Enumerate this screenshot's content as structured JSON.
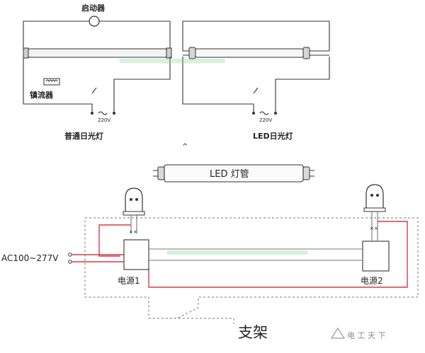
{
  "labels": {
    "starter": "启动器",
    "ballast": "镇流器",
    "voltage_left": "220V",
    "voltage_right": "220V",
    "fluorescent_title": "普通日光灯",
    "led_title": "LED日光灯",
    "led_tube": "LED 灯管",
    "ac_input": "AC100~277V",
    "psu1": "电源1",
    "psu2": "电源2",
    "bracket": "支架",
    "watermark": "电 工 天 下"
  },
  "colors": {
    "wire": "#333333",
    "live_wire": "#d8394a",
    "green_smudge": "#8fd39a"
  }
}
